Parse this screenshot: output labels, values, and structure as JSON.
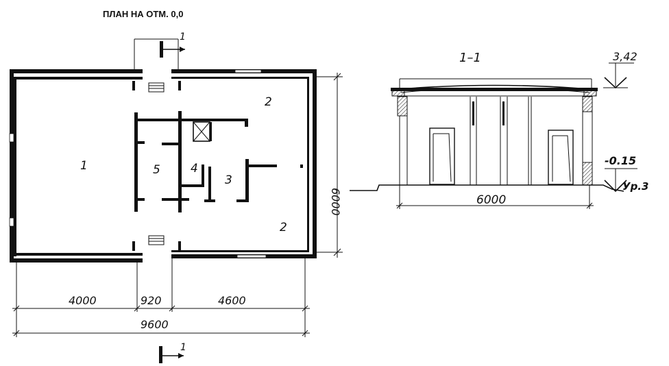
{
  "plan": {
    "title": "ПЛАН НА ОТМ. 0,0",
    "section_mark": "1",
    "rooms": [
      "1",
      "2",
      "2",
      "3",
      "4",
      "5"
    ],
    "dims": {
      "overall_width": "9600",
      "left_part": "4000",
      "door_width": "920",
      "right_part": "4600",
      "height": "6000"
    }
  },
  "section": {
    "title": "1–1",
    "top_level": "3,42",
    "bottom_level": "-0.15",
    "ground_label": "Ур.3",
    "width_dim": "6000"
  }
}
